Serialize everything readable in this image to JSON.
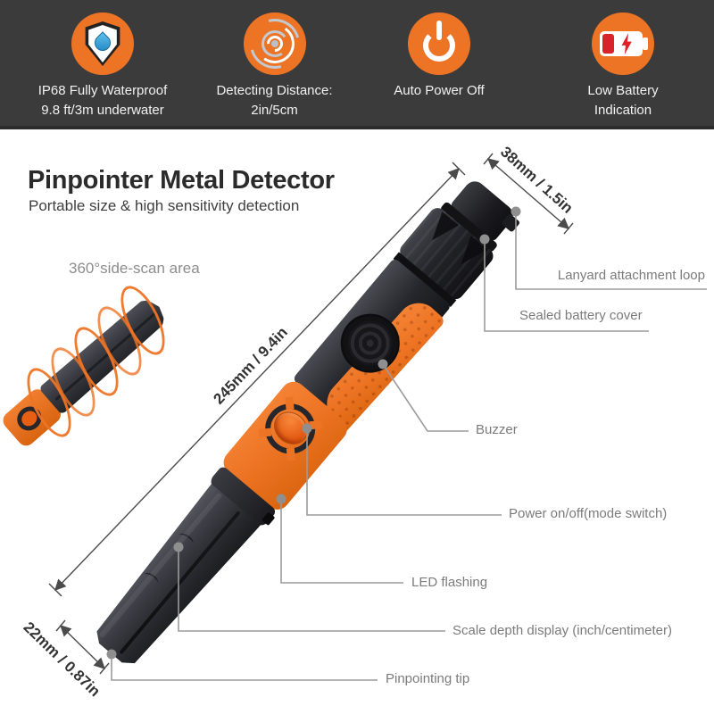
{
  "banner": {
    "features": [
      {
        "icon": "waterproof-shield-drop-icon",
        "lines": [
          "IP68 Fully Waterproof",
          "9.8 ft/3m underwater"
        ]
      },
      {
        "icon": "radar-signal-icon",
        "lines": [
          "Detecting Distance:",
          "2in/5cm"
        ]
      },
      {
        "icon": "power-icon",
        "lines": [
          "Auto Power Off"
        ]
      },
      {
        "icon": "low-battery-icon",
        "lines": [
          "Low Battery",
          "Indication"
        ]
      }
    ]
  },
  "header": {
    "title": "Pinpointer Metal Detector",
    "subtitle": "Portable size & high sensitivity detection"
  },
  "scan_label": "360°side-scan area",
  "dimensions": {
    "cap_diameter": "38mm / 1.5in",
    "body_length": "245mm / 9.4in",
    "tip_diameter": "22mm / 0.87in"
  },
  "callouts": [
    "Lanyard attachment loop",
    "Sealed battery cover",
    "Buzzer",
    "Power on/off(mode switch)",
    "LED flashing",
    "Scale depth display (inch/centimeter)",
    "Pinpointing tip"
  ],
  "colors": {
    "accent_orange": "#EE7425",
    "grip_orange": "#ED7424",
    "banner_bg": "#3B3B3B",
    "drop_blue": "#2F9FD8",
    "battery_red": "#D8232A",
    "callout_gray": "#7B7B7B",
    "body_black": "#1B1B1F"
  }
}
